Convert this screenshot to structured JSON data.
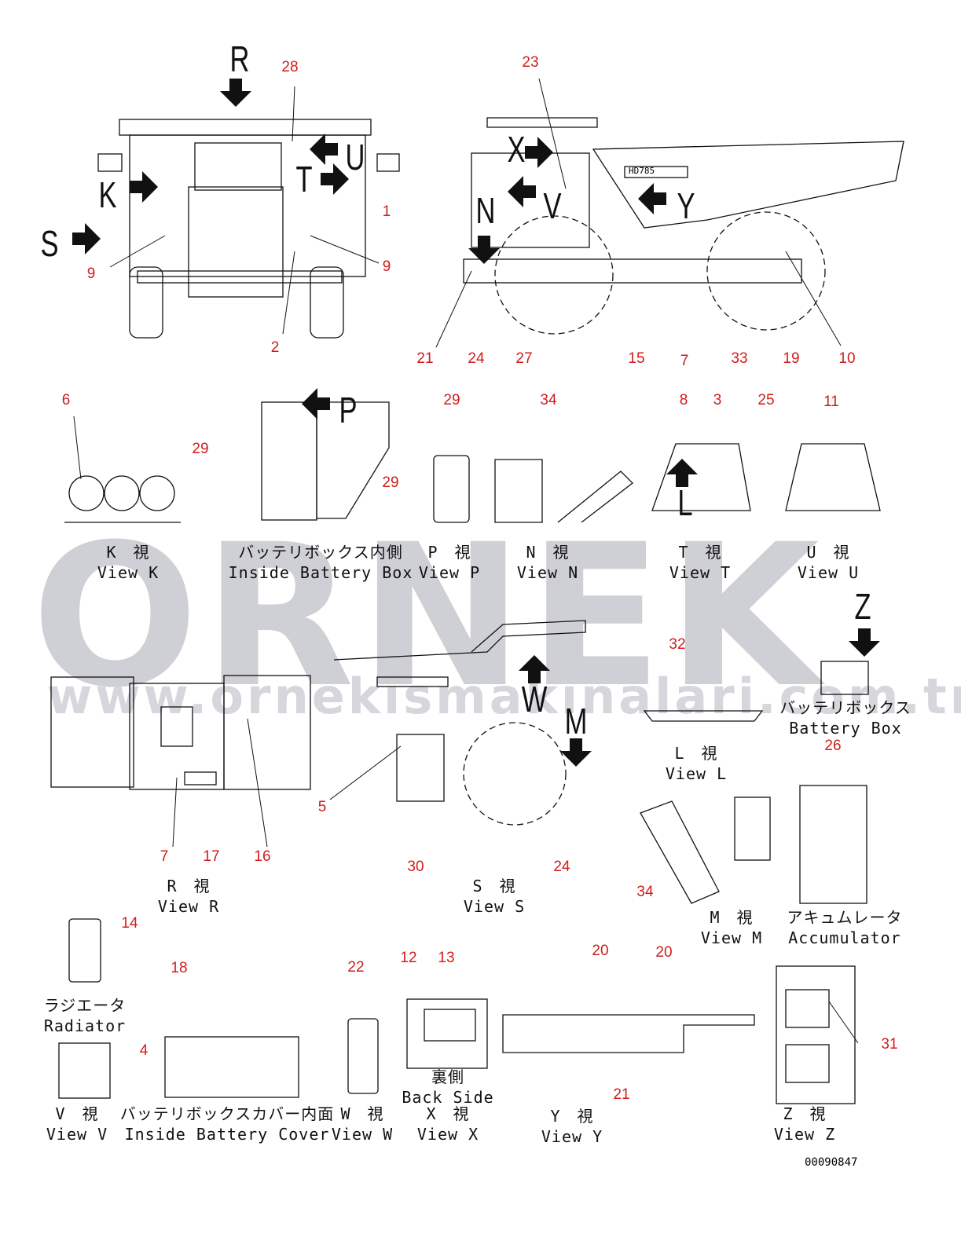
{
  "watermark": {
    "brand": "ORNEK",
    "url": "www.ornekismakinalari.com.tr"
  },
  "model_badge": "HD785",
  "document_number": "00090847",
  "view_letters": [
    "R",
    "K",
    "S",
    "T",
    "U",
    "X",
    "V",
    "N",
    "Y",
    "P",
    "L",
    "W",
    "M",
    "Z"
  ],
  "callouts": [
    "28",
    "1",
    "9",
    "9",
    "2",
    "23",
    "21",
    "24",
    "27",
    "15",
    "7",
    "33",
    "19",
    "10",
    "6",
    "29",
    "29",
    "29",
    "34",
    "8",
    "3",
    "25",
    "11",
    "32",
    "26",
    "5",
    "7",
    "17",
    "16",
    "30",
    "24",
    "34",
    "14",
    "18",
    "22",
    "12",
    "13",
    "20",
    "20",
    "4",
    "21",
    "31"
  ],
  "captions": [
    {
      "jp": "K　視",
      "en": "View K"
    },
    {
      "jp": "バッテリボックス内側",
      "en": "Inside Battery Box"
    },
    {
      "jp": "P　視",
      "en": "View P"
    },
    {
      "jp": "N　視",
      "en": "View N"
    },
    {
      "jp": "T　視",
      "en": "View T"
    },
    {
      "jp": "U　視",
      "en": "View U"
    },
    {
      "jp": "バッテリボックス",
      "en": "Battery Box"
    },
    {
      "jp": "L　視",
      "en": "View L"
    },
    {
      "jp": "R　視",
      "en": "View R"
    },
    {
      "jp": "S　視",
      "en": "View S"
    },
    {
      "jp": "M　視",
      "en": "View M"
    },
    {
      "jp": "アキュムレータ",
      "en": "Accumulator"
    },
    {
      "jp": "ラジエータ",
      "en": "Radiator"
    },
    {
      "jp": "V　視",
      "en": "View V"
    },
    {
      "jp": "バッテリボックスカバー内面",
      "en": "Inside Battery Cover"
    },
    {
      "jp": "W　視",
      "en": "View W"
    },
    {
      "jp": "裏側",
      "en": "Back Side"
    },
    {
      "jp": "X　視",
      "en": "View X"
    },
    {
      "jp": "Y　視",
      "en": "View Y"
    },
    {
      "jp": "Z　視",
      "en": "View Z"
    }
  ],
  "colors": {
    "callout": "#d21c1c",
    "watermark": "#cfcfd6",
    "line": "#111111"
  }
}
